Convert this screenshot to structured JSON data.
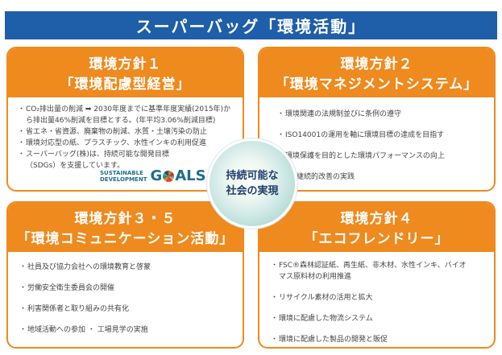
{
  "title": "スーパーバッグ「環境活動」",
  "center_circle": {
    "line1": "持続可能な",
    "line2": "社会の実現"
  },
  "policies": [
    {
      "number": "環境方針１",
      "name": "「環境配慮型経営」",
      "items": [
        "CO₂排出量の削減 ➡ 2030年度までに基準年度実績(2015年)から排出量46%削減を目標とする。(年平均3.06%削減目標)",
        "省エネ・省資源、廃棄物の削減、水質・土壌汚染の防止",
        "環境対応型の紙、プラスチック、水性インキの利用促進",
        "スーパーバッグ(株)は、持続可能な開発目標（SDGs）を支援しています。"
      ],
      "sdgs_logo_line1": "SUSTAINABLE",
      "sdgs_logo_line2": "DEVELOPMENT",
      "sdgs_logo_goals_g": "G",
      "sdgs_logo_goals_rest": "ALS"
    },
    {
      "number": "環境方針２",
      "name": "「環境マネジメントシステム」",
      "items": [
        "環境関連の法規制並びに条例の遵守",
        "ISO14001の運用を軸に環境目標の達成を目指す",
        "環境保護を目的とした環境パフォーマンスの向上",
        "継続的改善の実践"
      ]
    },
    {
      "number": "環境方針３・５",
      "name": "「環境コミュニケーション活動」",
      "items": [
        "社員及び協力会社への環境教育と啓蒙",
        "労働安全衛生委員会の開催",
        "利害関係者と取り組みの共有化",
        "地域活動への参加 ・ 工場見学の実施"
      ]
    },
    {
      "number": "環境方針４",
      "name": "「エコフレンドリー」",
      "items": [
        "FSC®森林認証紙、再生紙、非木材、水性インキ、バイオマス原料材の利用推進",
        "リサイクル素材の活用と拡大",
        "環境に配慮した物流システム",
        "環境に配慮した製品の開発と販促"
      ]
    }
  ]
}
